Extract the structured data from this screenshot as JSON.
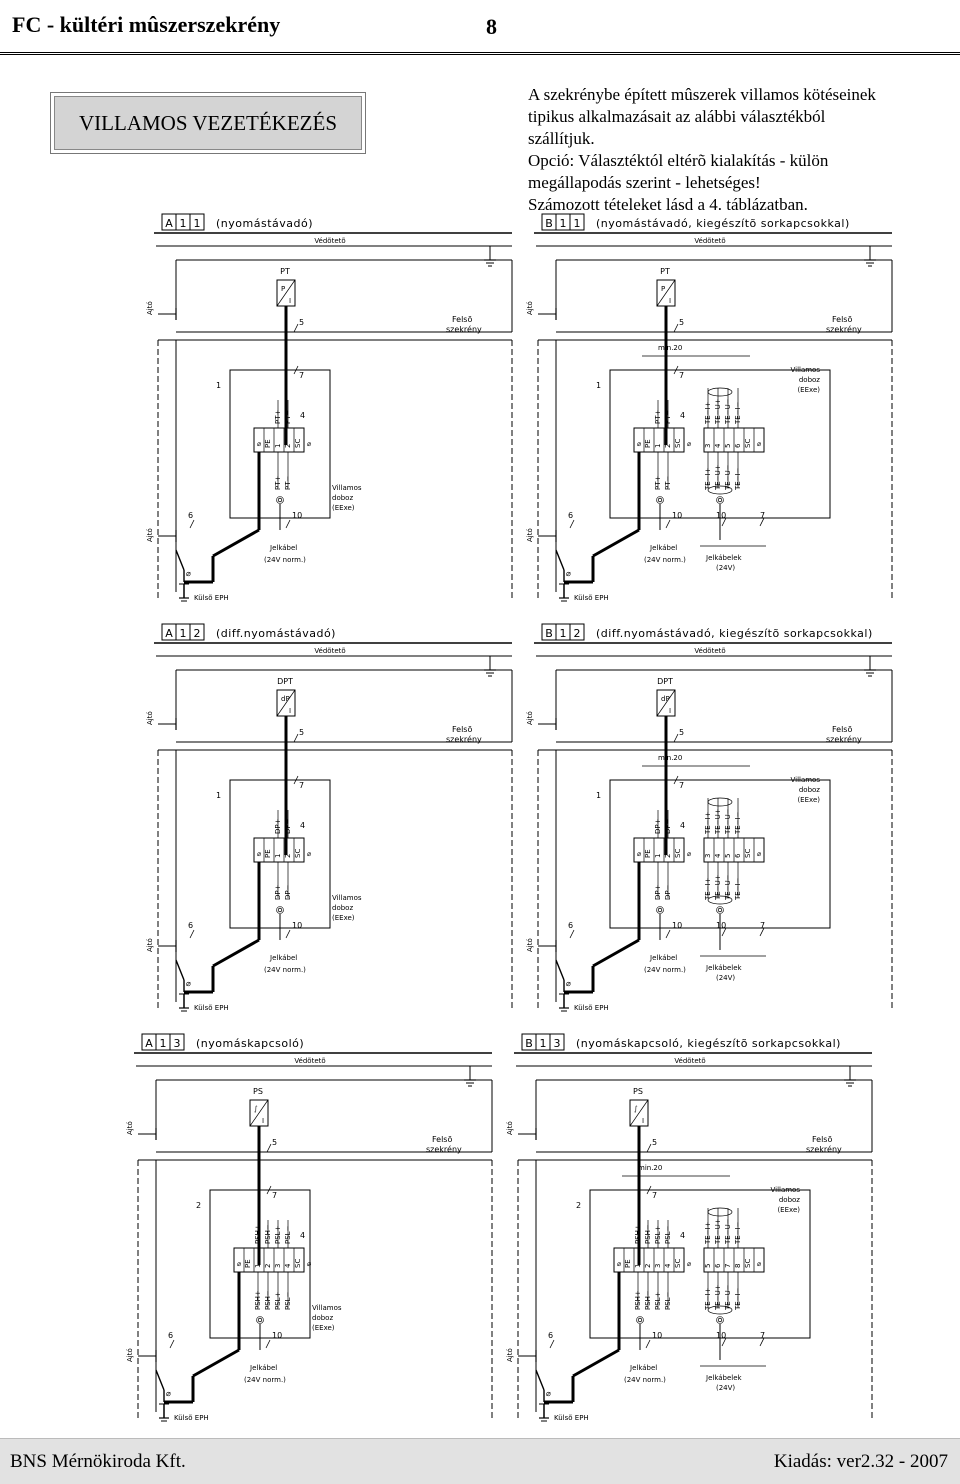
{
  "header": {
    "title": "FC - kültéri mûszerszekrény",
    "page_number": "8"
  },
  "section_title": "VILLAMOS VEZETÉKEZÉS",
  "intro_lines": [
    "A szekrénybe épített mûszerek villamos kötéseinek",
    "tipikus alkalmazásait az alábbi választékból szállítjuk.",
    "Opció: Választéktól eltérõ kialakítás - külön",
    "megállapodás szerint - lehetséges!",
    "Számozott tételeket lásd a 4. táblázatban."
  ],
  "common_labels": {
    "roof": "Védõtetõ",
    "door": "Ajtó",
    "upper_cabinet_1": "Felsõ",
    "upper_cabinet_2": "szekrény",
    "junction_1": "Villamos",
    "junction_2": "doboz",
    "junction_3": "(EExe)",
    "signal_cable": "Jelkábel",
    "signal_cables": "Jelkábelek",
    "norm": "(24V norm.)",
    "v24": "(24V)",
    "eph": "Külsõ EPH",
    "min20": "min.20",
    "num_1": "1",
    "num_2": "2",
    "num_4": "4",
    "num_5": "5",
    "num_6": "6",
    "num_7": "7",
    "num_10": "10"
  },
  "diagrams": [
    {
      "code_a": "A",
      "code_n": "1",
      "code_m": "1",
      "title": "(nyomástávadó)",
      "instrument": "PT",
      "sym": "P",
      "terminals_upper": [
        "PT+",
        "PT−"
      ],
      "terminals_lower": [
        "PT+",
        "PT−"
      ],
      "numbers": [
        "PE",
        "1",
        "2",
        "SC"
      ]
    },
    {
      "code_a": "B",
      "code_n": "1",
      "code_m": "1",
      "title": "(nyomástávadó, kiegészítõ sorkapcsokkal)",
      "instrument": "PT",
      "sym": "P",
      "terminals_upper": [
        "PT+",
        "PT−"
      ],
      "terminals_lower": [
        "PT+",
        "PT−"
      ],
      "numbers": [
        "PE",
        "1",
        "2",
        "SC"
      ],
      "extra_upper": [
        "TE−I+",
        "TE−U+",
        "TE−U−",
        "TE−I−"
      ],
      "extra_lower": [
        "TE−I+",
        "TE−U+",
        "TE−U−",
        "TE−I−"
      ],
      "extra_numbers": [
        "3",
        "4",
        "5",
        "6",
        "SC"
      ]
    },
    {
      "code_a": "A",
      "code_n": "1",
      "code_m": "2",
      "title": "(diff.nyomástávadó)",
      "instrument": "DPT",
      "sym": "dP",
      "terminals_upper": [
        "DP+",
        "DP−"
      ],
      "terminals_lower": [
        "DP+",
        "DP−"
      ],
      "numbers": [
        "PE",
        "1",
        "2",
        "SC"
      ]
    },
    {
      "code_a": "B",
      "code_n": "1",
      "code_m": "2",
      "title": "(diff.nyomástávadó, kiegészítõ sorkapcsokkal)",
      "instrument": "DPT",
      "sym": "dP",
      "terminals_upper": [
        "DP+",
        "DP−"
      ],
      "terminals_lower": [
        "DP+",
        "DP−"
      ],
      "numbers": [
        "PE",
        "1",
        "2",
        "SC"
      ],
      "extra_upper": [
        "TE−I+",
        "TE−U+",
        "TE−U−",
        "TE−I−"
      ],
      "extra_lower": [
        "TE−I+",
        "TE−U+",
        "TE−U−",
        "TE−I−"
      ],
      "extra_numbers": [
        "3",
        "4",
        "5",
        "6",
        "SC"
      ]
    },
    {
      "code_a": "A",
      "code_n": "1",
      "code_m": "3",
      "title": "(nyomáskapcsoló)",
      "instrument": "PS",
      "sym": "∫",
      "terminals_upper": [
        "PSH+",
        "PSH−",
        "PSL+",
        "PSL−"
      ],
      "terminals_lower": [
        "PSH+",
        "PSH−",
        "PSL+",
        "PSL−"
      ],
      "numbers": [
        "PE",
        "1",
        "2",
        "3",
        "4",
        "SC"
      ]
    },
    {
      "code_a": "B",
      "code_n": "1",
      "code_m": "3",
      "title": "(nyomáskapcsoló, kiegészítõ sorkapcsokkal)",
      "instrument": "PS",
      "sym": "∫",
      "terminals_upper": [
        "PSH+",
        "PSH−",
        "PSL+",
        "PSL−"
      ],
      "terminals_lower": [
        "PSH+",
        "PSH−",
        "PSL+",
        "PSL−"
      ],
      "numbers": [
        "PE",
        "1",
        "2",
        "3",
        "4",
        "SC"
      ],
      "extra_upper": [
        "TE−I+",
        "TE−U+",
        "TE−U−",
        "TE−I−"
      ],
      "extra_lower": [
        "TE−I+",
        "TE−U+",
        "TE−U−",
        "TE−I−"
      ],
      "extra_numbers": [
        "5",
        "6",
        "7",
        "8",
        "SC"
      ]
    }
  ],
  "footer": {
    "company": "BNS Mérnökiroda Kft.",
    "edition": "Kiadás: ver2.32 - 2007"
  }
}
